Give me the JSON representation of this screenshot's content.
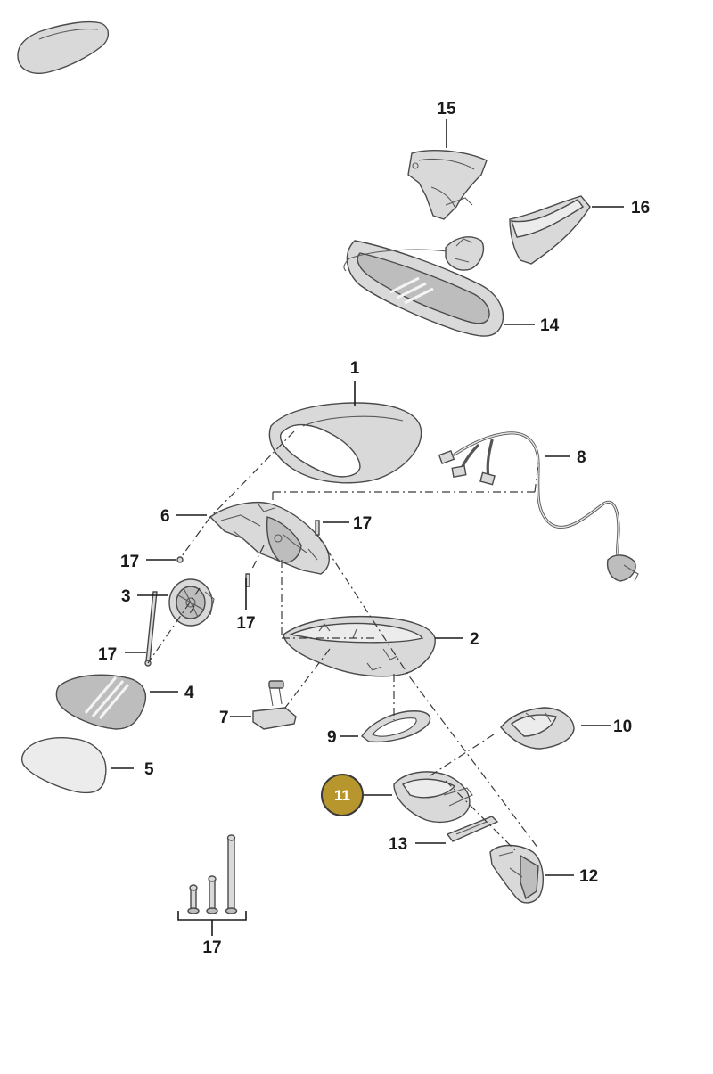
{
  "callouts": {
    "c1": "1",
    "c2": "2",
    "c3": "3",
    "c4": "4",
    "c5": "5",
    "c6": "6",
    "c7": "7",
    "c8": "8",
    "c9": "9",
    "c10": "10",
    "c11": "11",
    "c12": "12",
    "c13": "13",
    "c14": "14",
    "c15": "15",
    "c16": "16",
    "c17a": "17",
    "c17b": "17",
    "c17c": "17",
    "c17d": "17",
    "c17e": "17"
  },
  "colors": {
    "highlight": "#b8962e",
    "part_fill": "#d9d9d9",
    "outline": "#4a4a4a"
  },
  "highlighted_part": "11"
}
